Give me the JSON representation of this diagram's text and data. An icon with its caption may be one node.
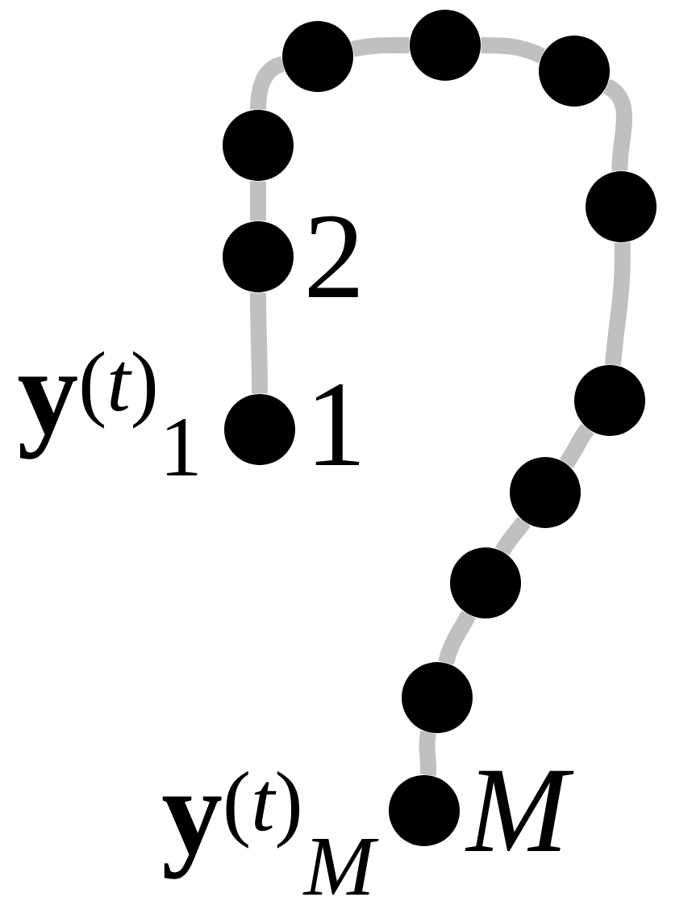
{
  "diagram": {
    "nodes": [
      {
        "text": [],
        "shape": "circle",
        "beside": [
          "\\mathbf{y}^{(t)}{}_{1}",
          "1"
        ]
      },
      {
        "text": [],
        "shape": "circle",
        "beside": [
          "2"
        ]
      },
      {
        "text": [],
        "shape": "circle"
      },
      {
        "text": [],
        "shape": "circle"
      },
      {
        "text": [],
        "shape": "circle"
      },
      {
        "text": [],
        "shape": "circle"
      },
      {
        "text": [],
        "shape": "circle"
      },
      {
        "text": [],
        "shape": "circle"
      },
      {
        "text": [],
        "shape": "circle"
      },
      {
        "text": [],
        "shape": "circle"
      },
      {
        "text": [],
        "shape": "circle"
      },
      {
        "text": [],
        "shape": "circle",
        "beside": [
          "\\mathbf{y}^{(t)}{}_{M}",
          "M"
        ]
      }
    ],
    "edges": [
      {
        "from": 0,
        "to": 1,
        "arrow": "none"
      },
      {
        "from": 1,
        "to": 2,
        "arrow": "none"
      },
      {
        "from": 2,
        "to": 3,
        "arrow": "none"
      },
      {
        "from": 3,
        "to": 4,
        "arrow": "none"
      },
      {
        "from": 4,
        "to": 5,
        "arrow": "none"
      },
      {
        "from": 5,
        "to": 6,
        "arrow": "none"
      },
      {
        "from": 6,
        "to": 7,
        "arrow": "none"
      },
      {
        "from": 7,
        "to": 8,
        "arrow": "none"
      },
      {
        "from": 8,
        "to": 9,
        "arrow": "none"
      },
      {
        "from": 9,
        "to": 10,
        "arrow": "none"
      },
      {
        "from": 10,
        "to": 11,
        "arrow": "none"
      }
    ]
  }
}
